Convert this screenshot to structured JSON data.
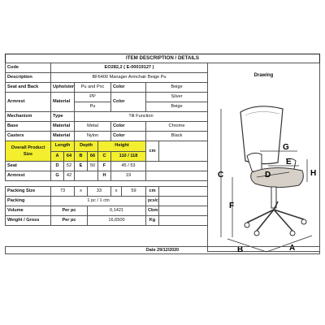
{
  "header": {
    "title": "ITEM DESCRIPTION / DETAILS"
  },
  "rows": {
    "code": {
      "label": "Code",
      "value": "EO282,2  ( E-00019127 )"
    },
    "description": {
      "label": "Description",
      "value": "BF6400 Manager Armchair Beige Pu"
    },
    "seat_back": {
      "label": "Seat and Back",
      "material_label": "Upholstery",
      "material": "Pu and Pvc",
      "color_label": "Color",
      "color": "Beige"
    },
    "armrest": {
      "label": "Armrest",
      "material_label": "Material",
      "material_1": "PP",
      "material_2": "Pu",
      "color_label": "Color",
      "color_1": "Silver",
      "color_2": "Beige"
    },
    "mechanism": {
      "label": "Mechanism",
      "type_label": "Type",
      "value": "Tilt Function"
    },
    "base": {
      "label": "Base",
      "material_label": "Material",
      "material": "Metal",
      "color_label": "Color",
      "color": "Chrome"
    },
    "casters": {
      "label": "Casters",
      "material_label": "Material",
      "material": "Nylon",
      "color_label": "Color",
      "color": "Black"
    }
  },
  "dimensions": {
    "label_line1": "Overall Product",
    "label_line2": "Size",
    "length_label": "Length",
    "depth_label": "Depth",
    "height_label": "Height",
    "A": "A",
    "A_val": "64",
    "B": "B",
    "B_val": "66",
    "C": "C",
    "C_val": "110 / 118",
    "unit": "cm",
    "seat_label": "Seat",
    "D": "D",
    "D_val": "52",
    "E": "E",
    "E_val": "50",
    "F": "F",
    "F_val": "45 / 53",
    "armrest_label": "Armrest",
    "G": "G",
    "G_val": "42",
    "H": "H",
    "H_val": "19"
  },
  "packing": {
    "size_label": "Packing Size",
    "l": "73",
    "x1": "x",
    "w": "33",
    "x2": "x",
    "h": "59",
    "unit": "cm",
    "packing_label": "Packing",
    "packing_value": "1 pc / 1 ctn",
    "pcs_label": "pcs/ctn",
    "volume_label": "Volume",
    "per_pc_label": "Per pc",
    "volume_value": "0,1421",
    "volume_unit": "Cbm",
    "weight_label": "Weight / Gross",
    "weight_value": "16,6500",
    "weight_unit": "Kg"
  },
  "drawing": {
    "title": "Drawing",
    "letters": {
      "A": "A",
      "B": "B",
      "C": "C",
      "D": "D",
      "E": "E",
      "F": "F",
      "G": "G",
      "H": "H"
    }
  },
  "footer": {
    "date": "Date 29/12/2020"
  },
  "colors": {
    "highlight": "#f3ef2e",
    "chair_cushion": "#d6d0c8"
  }
}
